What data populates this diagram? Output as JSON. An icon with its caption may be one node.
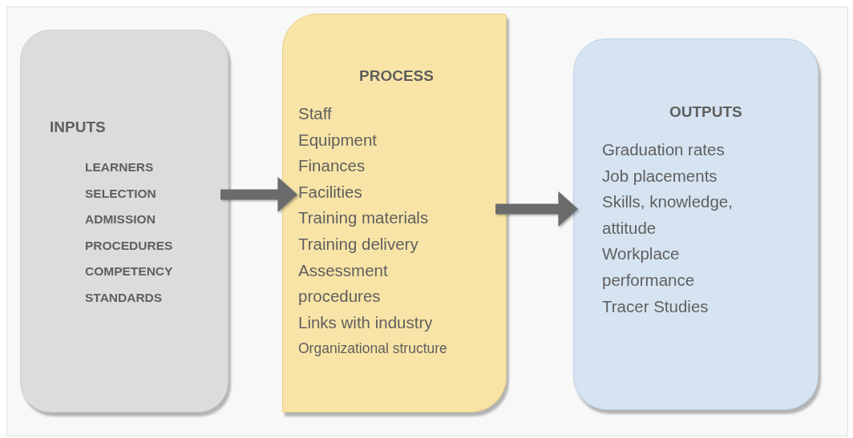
{
  "diagram": {
    "nodes": [
      {
        "text": [
          "INPUTS",
          "LEARNERS",
          "SELECTION",
          "ADMISSION",
          "PROCEDURES",
          "COMPETENCY",
          "STANDARDS"
        ]
      },
      {
        "text": [
          "PROCESS",
          "Staff",
          "Equipment",
          "Finances",
          "Facilities",
          "Training materials",
          "Training delivery",
          "Assessment procedures",
          "Links with industry",
          "Organizational structure"
        ]
      },
      {
        "text": [
          "OUTPUTS",
          "Graduation rates",
          "Job placements",
          "Skills, knowledge, attitude",
          "Workplace performance",
          "Tracer Studies"
        ]
      }
    ],
    "edges": [
      {
        "from": 0,
        "to": 1,
        "arrow": "to"
      },
      {
        "from": 1,
        "to": 2,
        "arrow": "to"
      }
    ]
  }
}
